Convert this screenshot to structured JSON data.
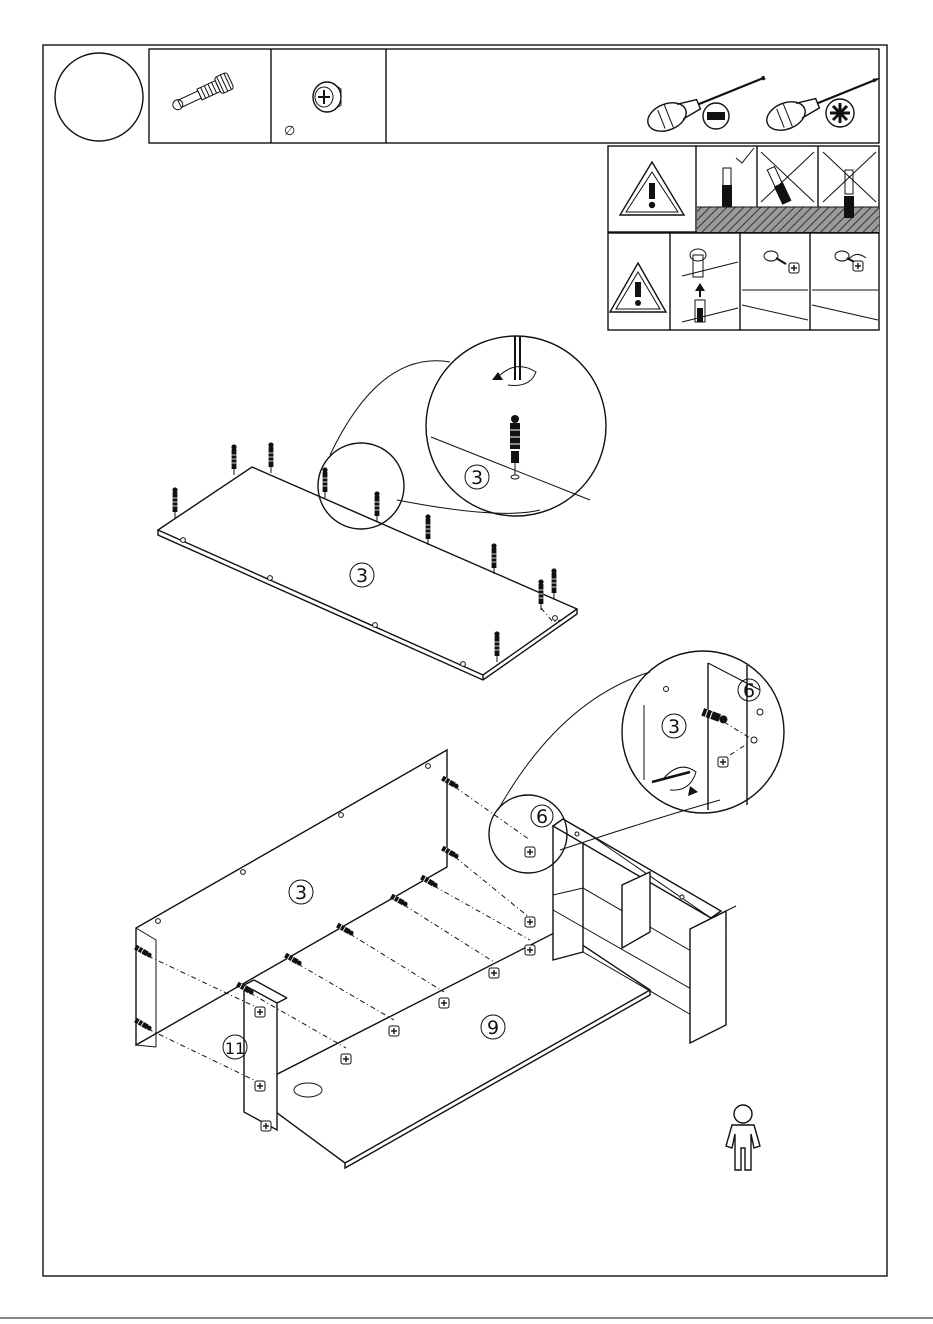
{
  "step_header": {
    "step_number": "",
    "diameter_symbol": "∅"
  },
  "part_labels": {
    "panel_top_a": "3",
    "panel_top_b": "3",
    "detail_a": "3",
    "detail_b_3": "3",
    "detail_b_6": "6",
    "assembly_3": "3",
    "assembly_6": "6",
    "assembly_9": "9",
    "assembly_11": "11"
  },
  "icons": {
    "cam_bolt": "cam-bolt-icon",
    "cam_lock": "cam-lock-nut-icon",
    "flat_screwdriver": "flat-screwdriver-icon",
    "phillips_screwdriver": "phillips-screwdriver-icon",
    "warning": "warning-triangle-icon",
    "person": "one-person-icon"
  }
}
